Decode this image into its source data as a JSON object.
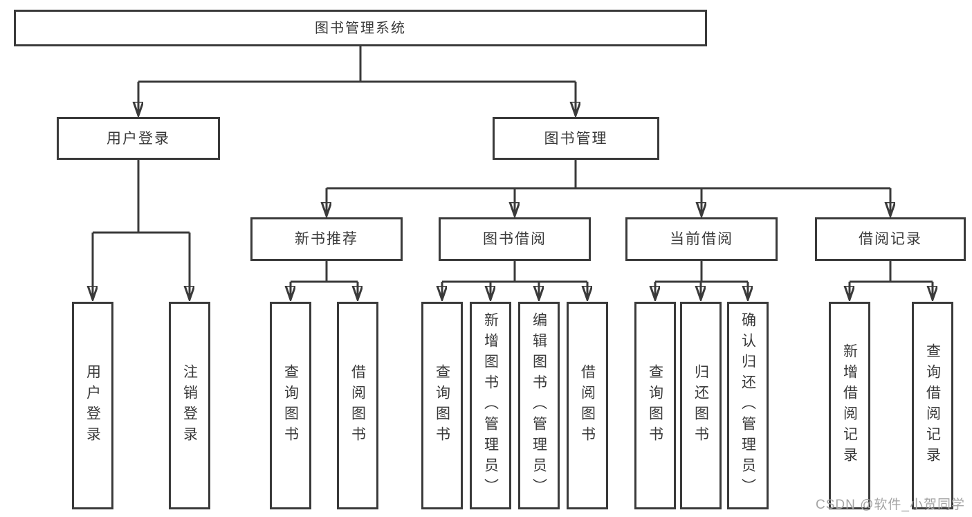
{
  "diagram": {
    "root": {
      "label": "图书管理系统"
    },
    "branches": [
      {
        "label": "用户登录",
        "children": [
          {
            "label": "用户登录"
          },
          {
            "label": "注销登录"
          }
        ]
      },
      {
        "label": "图书管理",
        "children": [
          {
            "label": "新书推荐",
            "children": [
              {
                "label": "查询图书"
              },
              {
                "label": "借阅图书"
              }
            ]
          },
          {
            "label": "图书借阅",
            "children": [
              {
                "label": "查询图书"
              },
              {
                "label": "新增图书（管理员）"
              },
              {
                "label": "编辑图书（管理员）"
              },
              {
                "label": "借阅图书"
              }
            ]
          },
          {
            "label": "当前借阅",
            "children": [
              {
                "label": "查询图书"
              },
              {
                "label": "归还图书"
              },
              {
                "label": "确认归还（管理员）"
              }
            ]
          },
          {
            "label": "借阅记录",
            "children": [
              {
                "label": "新增借阅记录"
              },
              {
                "label": "查询借阅记录"
              }
            ]
          }
        ]
      }
    ]
  },
  "watermark": {
    "text": "CSDN @软件_小贺同学"
  },
  "colors": {
    "line": "#3a3a3a",
    "text": "#3a3a3a",
    "background": "#ffffff",
    "watermark": "#a5a5a5"
  }
}
